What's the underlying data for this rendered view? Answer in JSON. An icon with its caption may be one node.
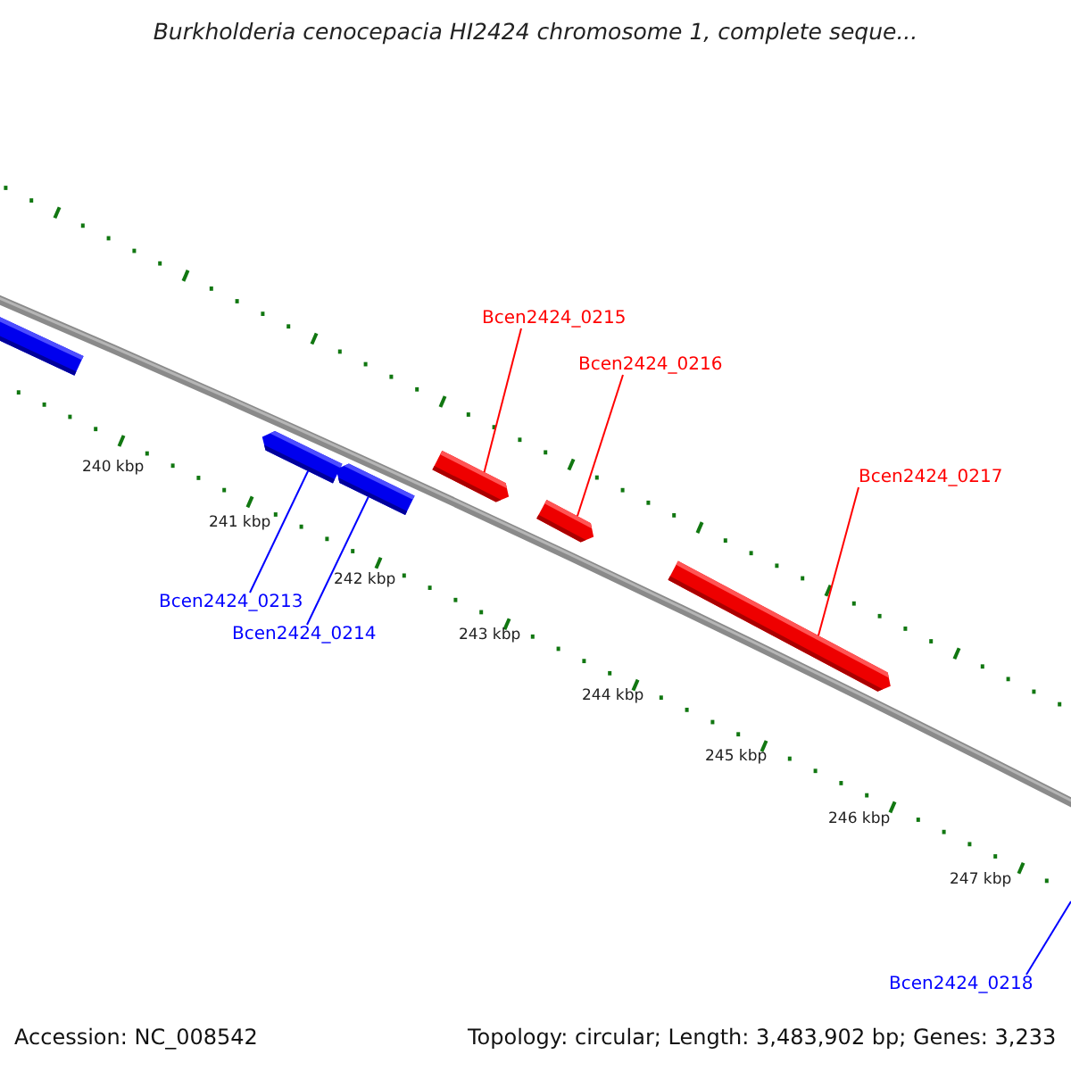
{
  "diagram": {
    "title": "Burkholderia cenocepacia HI2424 chromosome 1, complete seque...",
    "nodes": [
      {
        "text": [
          "Bcen2424_0215"
        ]
      },
      {
        "text": [
          "Bcen2424_0216"
        ]
      },
      {
        "text": [
          "Bcen2424_0217"
        ]
      },
      {
        "text": [
          "Bcen2424_0213"
        ]
      },
      {
        "text": [
          "Bcen2424_0214"
        ]
      },
      {
        "text": [
          "Bcen2424_0218"
        ]
      },
      {
        "text": [],
        "shape": "bar"
      },
      {
        "text": [],
        "shape": "bar"
      },
      {
        "text": [],
        "shape": "bar"
      },
      {
        "text": [],
        "shape": "bar"
      },
      {
        "text": [],
        "shape": "bar"
      },
      {
        "text": [],
        "shape": "bar"
      }
    ],
    "edges": [
      {
        "from": 0,
        "to": 9,
        "arrow": "none",
        "color": "#ff0000"
      },
      {
        "from": 1,
        "to": 10,
        "arrow": "none",
        "color": "#ff0000"
      },
      {
        "from": 2,
        "to": 11,
        "arrow": "none",
        "color": "#ff0000"
      },
      {
        "from": 3,
        "to": 7,
        "arrow": "none",
        "color": "#0000ff"
      },
      {
        "from": 4,
        "to": 8,
        "arrow": "none",
        "color": "#0000ff"
      },
      {
        "from": 5,
        "to": null,
        "arrow": "none",
        "color": "#0000ff"
      }
    ],
    "labels": [
      "240 kbp",
      "241 kbp",
      "242 kbp",
      "243 kbp",
      "244 kbp",
      "245 kbp",
      "246 kbp",
      "247 kbp",
      "Accession: NC_008542",
      "Topology: circular; Length: 3,483,902 bp; Genes: 3,233"
    ]
  }
}
